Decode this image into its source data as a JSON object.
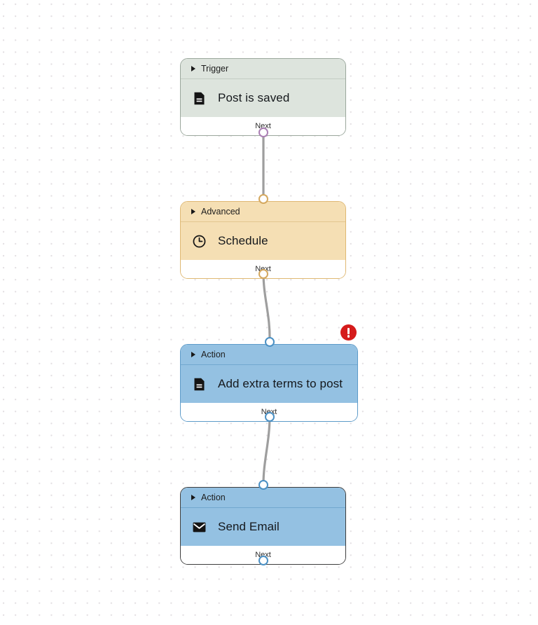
{
  "canvas": {
    "background_color": "#ffffff",
    "dot_color": "#e3dfe2",
    "connector_color": "#9e9e9e"
  },
  "nodes": [
    {
      "id": "trigger-post-is-saved",
      "kind": "trigger",
      "header_label": "Trigger",
      "title": "Post is saved",
      "icon": "document-icon",
      "footer_label": "Next",
      "accent_color": "#dde4dd",
      "border_color": "#9aa79c",
      "port_color": "#ab7fb4",
      "has_error": false
    },
    {
      "id": "advanced-schedule",
      "kind": "advanced",
      "header_label": "Advanced",
      "title": "Schedule",
      "icon": "clock-icon",
      "footer_label": "Next",
      "accent_color": "#f5dfb4",
      "border_color": "#dfb873",
      "port_color": "#d4a85f",
      "has_error": false
    },
    {
      "id": "action-add-extra-terms",
      "kind": "action",
      "header_label": "Action",
      "title": "Add extra terms to post",
      "icon": "document-icon",
      "footer_label": "Next",
      "accent_color": "#94c1e2",
      "border_color": "#5d9bc9",
      "port_color": "#4a90c4",
      "has_error": true
    },
    {
      "id": "action-send-email",
      "kind": "action",
      "header_label": "Action",
      "title": "Send Email",
      "icon": "envelope-icon",
      "footer_label": "Next",
      "accent_color": "#94c1e2",
      "border_color": "#3d3d3d",
      "port_color": "#4a90c4",
      "has_error": false
    }
  ],
  "error_badge": {
    "name": "error-icon",
    "color": "#d51b1b",
    "symbol": "!"
  }
}
